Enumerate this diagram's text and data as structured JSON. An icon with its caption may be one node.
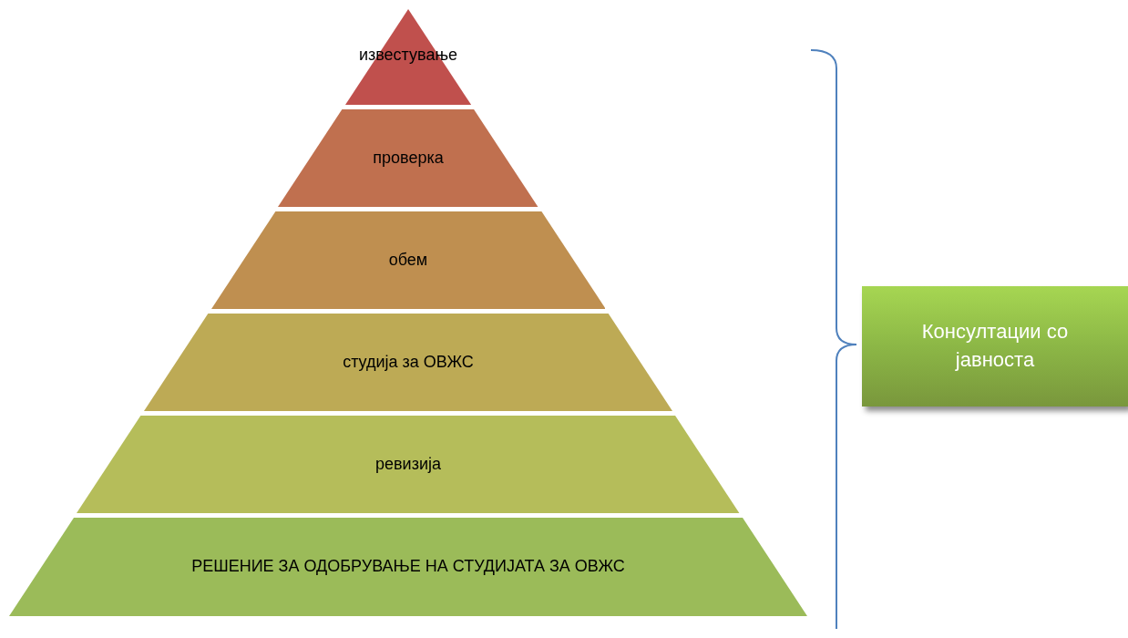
{
  "diagram": {
    "nodes": [
      {
        "text": [
          "известување"
        ]
      },
      {
        "text": [
          "проверка"
        ]
      },
      {
        "text": [
          "обем"
        ]
      },
      {
        "text": [
          "студија за ОВЖС"
        ]
      },
      {
        "text": [
          "ревизија"
        ]
      },
      {
        "text": [
          "РЕШЕНИЕ ЗА ОДОБРУВАЊЕ НА СТУДИЈАТА ЗА ОВЖС"
        ]
      },
      {
        "text": [
          "Консултации со јавноста"
        ]
      }
    ]
  }
}
